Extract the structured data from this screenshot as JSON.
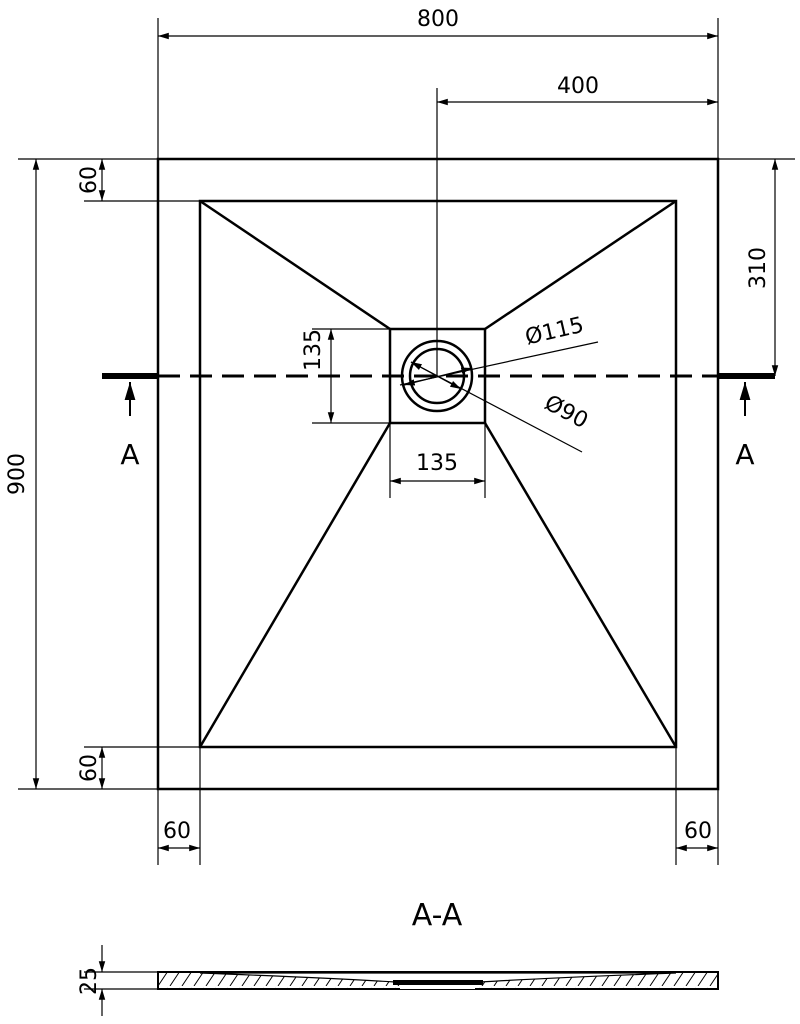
{
  "plan": {
    "width_total": "800",
    "half_width": "400",
    "length_total": "900",
    "border_top": "60",
    "border_bottom": "60",
    "border_left": "60",
    "border_right": "60",
    "drain_offset": "310",
    "drain_square_height": "135",
    "drain_square_width": "135",
    "drain_outer_diameter": "Ø115",
    "drain_inner_diameter": "Ø90",
    "section_mark_left": "A",
    "section_mark_right": "A"
  },
  "section": {
    "title": "A-A",
    "thickness": "25"
  }
}
